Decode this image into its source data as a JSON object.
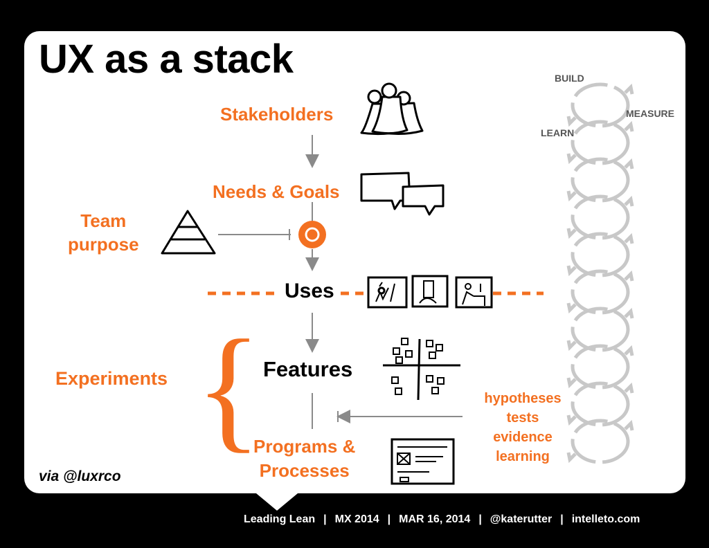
{
  "title": "UX as a stack",
  "stack": {
    "stakeholders": "Stakeholders",
    "needs_goals": "Needs & Goals",
    "uses": "Uses",
    "features": "Features",
    "programs_line1": "Programs &",
    "programs_line2": "Processes"
  },
  "side": {
    "team_line1": "Team",
    "team_line2": "purpose",
    "experiments": "Experiments",
    "credit": "via @luxrco"
  },
  "loop": {
    "build": "BUILD",
    "measure": "MEASURE",
    "learn": "LEARN"
  },
  "hypotheses": [
    "hypotheses",
    "tests",
    "evidence",
    "learning"
  ],
  "footer": {
    "items": [
      "Leading Lean",
      "MX 2014",
      "MAR 16, 2014",
      "@katerutter",
      "intelleto.com"
    ],
    "separator": "|"
  },
  "colors": {
    "accent": "#f37021",
    "loop_gray": "#c8c8c8",
    "arrow_gray": "#8a8a8a"
  }
}
